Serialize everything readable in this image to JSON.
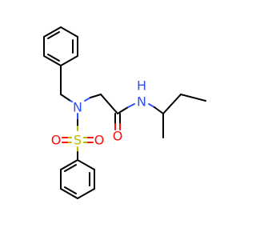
{
  "molecule": {
    "atoms": {
      "n_amine": {
        "label": "N",
        "color": "#3050f8"
      },
      "n_amide": {
        "label": "N",
        "color": "#3050f8"
      },
      "h_amide": {
        "label": "H",
        "color": "#3050f8"
      },
      "o_carbonyl": {
        "label": "O",
        "color": "#ff0d0d"
      },
      "s_sulfonyl": {
        "label": "S",
        "color": "#b8b800"
      },
      "o_sulfonyl_left": {
        "label": "O",
        "color": "#ff0d0d"
      },
      "o_sulfonyl_right": {
        "label": "O",
        "color": "#ff0d0d"
      }
    },
    "colors": {
      "carbon_bond": "#000000",
      "nitrogen": "#3050f8",
      "oxygen": "#ff0d0d",
      "sulfur": "#b8b800",
      "background": "#ffffff"
    }
  }
}
